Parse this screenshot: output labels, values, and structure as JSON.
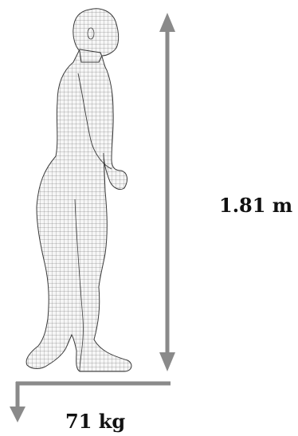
{
  "figure": {
    "height_text": "1.81 m",
    "weight_text": "71 kg"
  },
  "colors": {
    "arrow": "#8a8a8a",
    "mesh_line": "#4a4a4a",
    "mesh_fill": "#f4f4f4",
    "text": "#111111"
  },
  "icons": {
    "body": "wireframe-human-figure",
    "height_arrow": "double-headed-vertical-arrow",
    "weight_arrow": "bent-down-arrow"
  }
}
